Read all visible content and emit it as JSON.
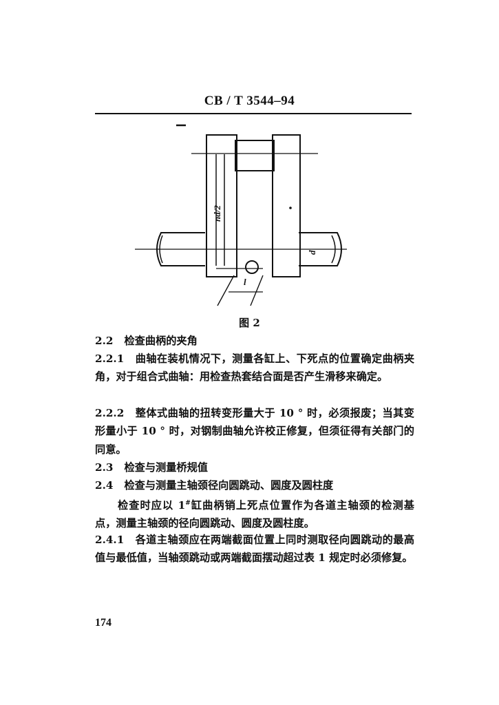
{
  "header": {
    "doc_code": "CB / T  3544–94"
  },
  "figure": {
    "caption": "图 2",
    "labels": {
      "half_diameter": "nd/2",
      "length": "l",
      "diameter": "d"
    }
  },
  "sections": [
    {
      "num": "2.2",
      "text": "检查曲柄的夹角"
    },
    {
      "num": "2.2.1",
      "text": "曲轴在装机情况下，测量各缸上、下死点的位置确定曲柄夹角，对于组合式曲轴：用检查热套结合面是否产生滑移来确定。"
    },
    {
      "num": "2.2.2",
      "text": "整体式曲轴的扭转变形量大于 10 ° 时，必须报废；当其变形量小于 10 ° 时，对钢制曲轴允许校正修复，但须征得有关部门的同意。"
    },
    {
      "num": "2.3",
      "text": "检查与测量桥规值"
    },
    {
      "num": "2.4",
      "text": "检查与测量主轴颈径向圆跳动、圆度及圆柱度"
    },
    {
      "pre": "检查时应以 1",
      "sup": "#",
      "post": "缸曲柄销上死点位置作为各道主轴颈的检测基点，测量主轴颈的径向圆跳动、圆度及圆柱度。"
    },
    {
      "num": "2.4.1",
      "text": "各道主轴颈应在两端截面位置上同时测取径向圆跳动的最高值与最低值，当轴颈跳动或两端截面摆动超过表 1 规定时必须修复。"
    }
  ],
  "page_number": "174"
}
